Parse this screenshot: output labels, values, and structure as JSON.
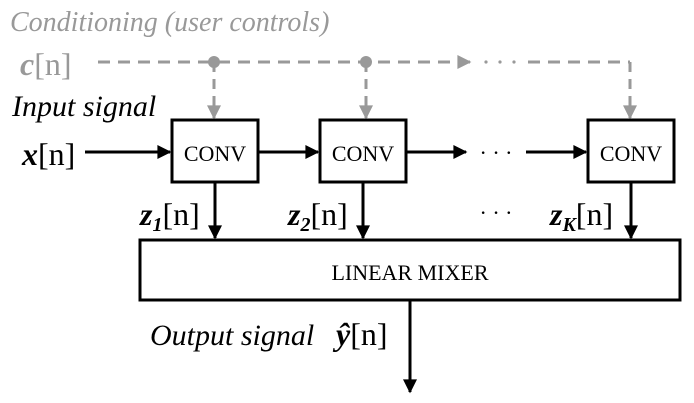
{
  "conditioning": {
    "title": "Conditioning (user controls)",
    "symbol": "c",
    "index": "[n]",
    "color": "#999999"
  },
  "input": {
    "label": "Input signal",
    "symbol": "x",
    "index": "[n]"
  },
  "blocks": [
    {
      "label": "CONV"
    },
    {
      "label": "CONV"
    },
    {
      "label": "CONV"
    }
  ],
  "taps": [
    {
      "symbol": "z",
      "sub": "1",
      "index": "[n]"
    },
    {
      "symbol": "z",
      "sub": "2",
      "index": "[n]"
    },
    {
      "symbol": "z",
      "sub": "K",
      "index": "[n]"
    }
  ],
  "ellipsis": "· · ·",
  "mixer": {
    "label": "LINEAR MIXER"
  },
  "output": {
    "label": "Output signal",
    "symbol": "ŷ",
    "index": "[n]"
  }
}
